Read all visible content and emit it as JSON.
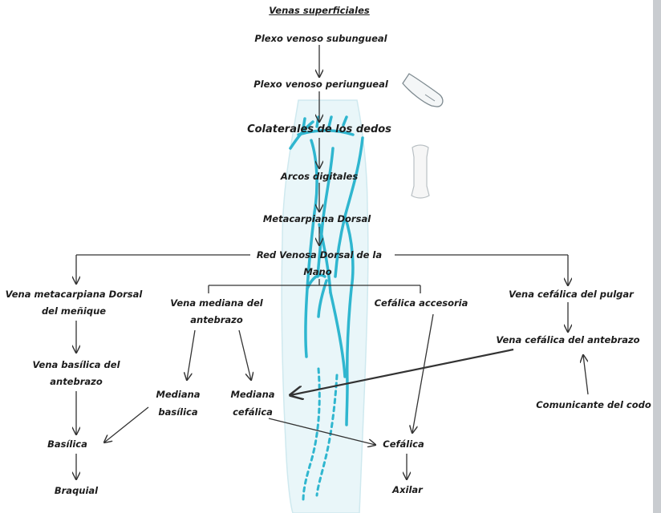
{
  "title": "Venas superficiales",
  "nodes": {
    "subungueal": "Plexo venoso subungueal",
    "periungueal": "Plexo venoso periungueal",
    "colaterales": "Colaterales  de los dedos",
    "arcos": "Arcos digitales",
    "metacarpiana": "Metacarpiana Dorsal",
    "red_line1": "Red Venosa Dorsal de la",
    "red_line2": "Mano",
    "menique_line1": "Vena metacarpiana Dorsal",
    "menique_line2": "del meñique",
    "basilica_ant_line1": "Vena basílica del",
    "basilica_ant_line2": "antebrazo",
    "basilica": "Basílica",
    "braquial": "Braquial",
    "mediana_ant_line1": "Vena mediana del",
    "mediana_ant_line2": "antebrazo",
    "mediana_bas_line1": "Mediana",
    "mediana_bas_line2": "basílica",
    "mediana_cef_line1": "Mediana",
    "mediana_cef_line2": "cefálica",
    "cefalica_accesoria": "Cefálica accesoria",
    "cefalica": "Cefálica",
    "axilar": "Axilar",
    "cefalica_pulgar": "Vena cefálica  del pulgar",
    "cefalica_antebrazo": "Vena cefálica  del antebrazo",
    "comunicante": "Comunicante del codo"
  },
  "colors": {
    "vein": "#2fb6cf",
    "vein_light": "#bfe6ef",
    "line": "#333333",
    "text": "#1c1c1c"
  }
}
